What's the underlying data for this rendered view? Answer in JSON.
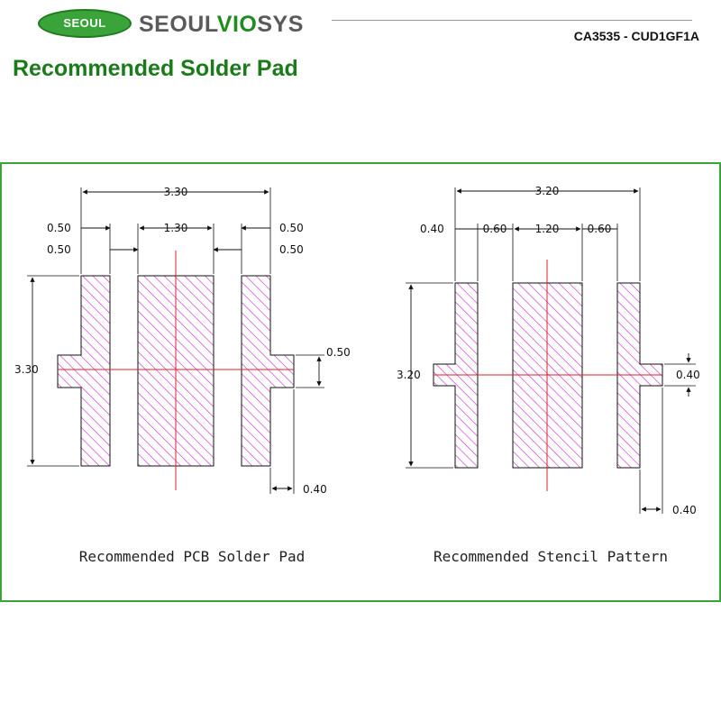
{
  "header": {
    "brand_badge": "SEOUL",
    "brand_name_1": "SEOUL",
    "brand_name_2": "VIO",
    "brand_name_3": "SYS",
    "part_number": "CA3535 - CUD1GF1A"
  },
  "page_title": "Recommended Solder Pad",
  "colors": {
    "brand_green": "#1e8c1e",
    "frame_green": "#3aa33a",
    "pad_hatch": "#cc33cc",
    "center_line": "#e0202a",
    "dimension_line": "#111111"
  },
  "pcb_pad": {
    "caption": "Recommended PCB Solder Pad",
    "dims": {
      "total_width": "3.30",
      "outer_pad_width_left": "0.50",
      "gap_left": "0.50",
      "center_pad_width": "1.30",
      "outer_pad_width_right": "0.50",
      "gap_right": "0.50",
      "height": "3.30",
      "tab_height": "0.50",
      "tab_extension": "0.40"
    }
  },
  "stencil": {
    "caption": "Recommended Stencil Pattern",
    "dims": {
      "total_width": "3.20",
      "outer_aperture_left": "0.40",
      "gap_left": "0.60",
      "center_aperture_width": "1.20",
      "gap_right": "0.60",
      "height": "3.20",
      "tab_height": "0.40",
      "tab_extension": "0.40"
    }
  }
}
